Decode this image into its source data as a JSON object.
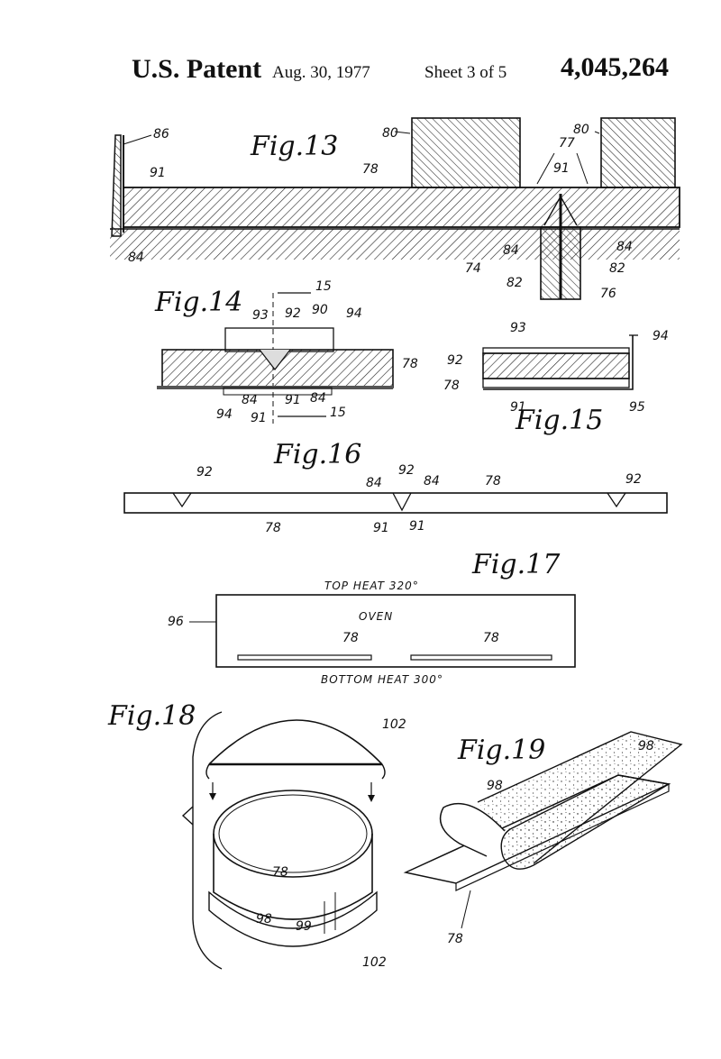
{
  "header": {
    "title": "U.S. Patent",
    "date": "Aug. 30, 1977",
    "sheet": "Sheet 3 of 5",
    "patent_number": "4,045,264"
  },
  "figures": {
    "fig13": "Fig.13",
    "fig14": "Fig.14",
    "fig15": "Fig.15",
    "fig16": "Fig.16",
    "fig17": "Fig.17",
    "fig18": "Fig.18",
    "fig19": "Fig.19"
  },
  "labels": {
    "r74": "74",
    "r76": "76",
    "r77": "77",
    "r78": "78",
    "r80": "80",
    "r82": "82",
    "r84": "84",
    "r86": "86",
    "r90": "90",
    "r91": "91",
    "r92": "92",
    "r93": "93",
    "r94": "94",
    "r95": "95",
    "r96": "96",
    "r98": "98",
    "r99": "99",
    "r102": "102",
    "r15": "15"
  },
  "fig17_text": {
    "top_heat": "TOP HEAT 320°",
    "oven": "OVEN",
    "bottom_heat": "BOTTOM HEAT 300°"
  }
}
